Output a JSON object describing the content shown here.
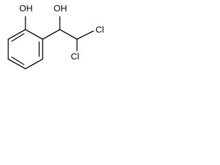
{
  "molecule": {
    "labels": {
      "phenol_oh": "OH",
      "alcohol_oh": "OH",
      "chlorine_upper": "Cl",
      "chlorine_lower": "Cl"
    }
  }
}
